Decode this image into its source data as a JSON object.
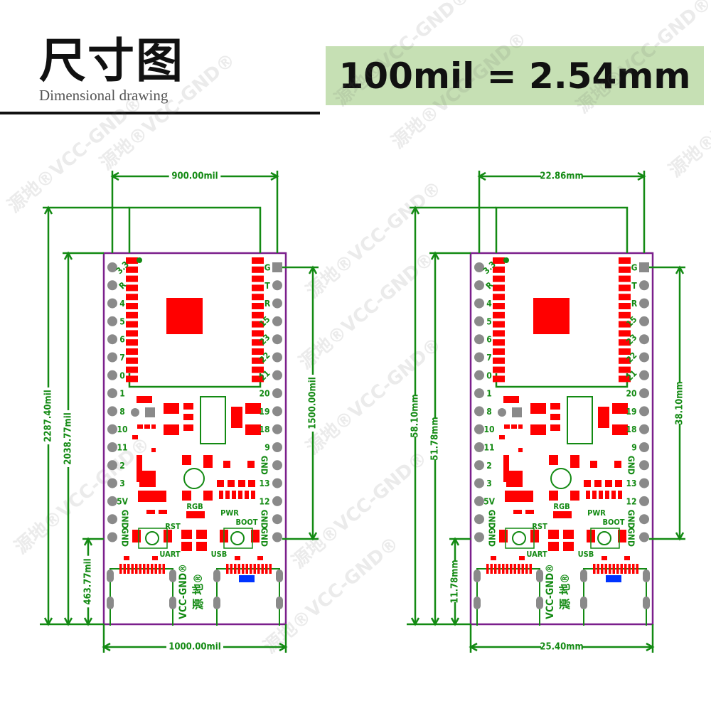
{
  "header": {
    "title": "尺寸图",
    "subtitle": "Dimensional drawing",
    "scale_note": "100mil = 2.54mm"
  },
  "watermark": "源地®VCC-GND®",
  "colors": {
    "outline": "#7b1f8c",
    "dimension": "#138a13",
    "pad": "#ff0000",
    "pin": "#8a8a8a",
    "scale_box": "#c6e0b4",
    "led": "#0033ff"
  },
  "board": {
    "left_pins": [
      "3.3",
      "R",
      "4",
      "5",
      "6",
      "7",
      "0",
      "1",
      "8",
      "10",
      "11",
      "2",
      "3",
      "5V",
      "GND",
      "GND"
    ],
    "right_pins": [
      "G",
      "T",
      "R",
      "15",
      "23",
      "22",
      "21",
      "20",
      "19",
      "18",
      "9",
      "GND",
      "13",
      "12",
      "GND",
      "GND"
    ],
    "silkscreen": {
      "rgb": "RGB",
      "rst": "RST",
      "pwr": "PWR",
      "boot": "BOOT",
      "uart": "UART",
      "usb": "USB",
      "brand": "VCC-GND®",
      "brand_cn": "源 地®"
    }
  },
  "drawings": [
    {
      "unit": "mil",
      "module_pin_span": "900.00mil",
      "board_length_with_antenna": "2287.40mil",
      "board_length": "2038.77mil",
      "usb_offset": "463.77mil",
      "pin_row_length": "1500.00mil",
      "board_width": "1000.00mil"
    },
    {
      "unit": "mm",
      "module_pin_span": "22.86mm",
      "board_length_with_antenna": "58.10mm",
      "board_length": "51.78mm",
      "usb_offset": "11.78mm",
      "pin_row_length": "38.10mm",
      "board_width": "25.40mm"
    }
  ]
}
